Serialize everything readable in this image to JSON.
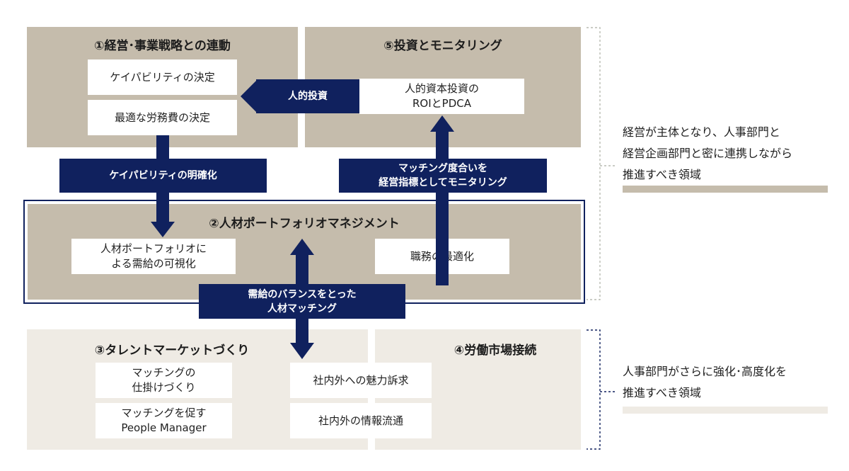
{
  "panels": {
    "p1": {
      "title": "①経営･事業戦略との連動",
      "boxes": [
        [
          "ケイパビリティの決定"
        ],
        [
          "最適な労務費の決定"
        ]
      ]
    },
    "p5": {
      "title": "⑤投資とモニタリング",
      "boxes": [
        [
          "人的資本投資の",
          "ROIとPDCA"
        ]
      ]
    },
    "p2": {
      "title": "②人材ポートフォリオマネジメント",
      "boxes": [
        [
          "人材ポートフォリオに",
          "よる需給の可視化"
        ],
        [
          "職務の最適化"
        ]
      ]
    },
    "p3": {
      "title": "③タレントマーケットづくり",
      "boxes": [
        [
          "マッチングの",
          "仕掛けづくり"
        ],
        [
          "マッチングを促す",
          "People Manager"
        ]
      ]
    },
    "p4": {
      "title": "④労働市場接続",
      "boxes": [
        [
          "社内外への魅力訴求"
        ],
        [
          "社内外の情報流通"
        ]
      ]
    }
  },
  "flows": {
    "investment": [
      "人的投資"
    ],
    "capability": [
      "ケイパビリティの明確化"
    ],
    "monitoring": [
      "マッチング度合いを",
      "経営指標としてモニタリング"
    ],
    "matching": [
      "需給のバランスをとった",
      "人材マッチング"
    ]
  },
  "side": {
    "upper": [
      "経営が主体となり、人事部門と",
      "経営企画部門と密に連携しながら",
      "推進すべき領域"
    ],
    "lower": [
      "人事部門がさらに強化･高度化を",
      "推進すべき領域"
    ]
  },
  "colors": {
    "navy": "#10215e",
    "panel_dark": "#c5bcac",
    "panel_light": "#efebe4",
    "bar_upper": "#c5bcac",
    "bar_lower": "#efebe4",
    "bracket_upper": "#b9bcb2",
    "bracket_lower": "#10215e"
  }
}
